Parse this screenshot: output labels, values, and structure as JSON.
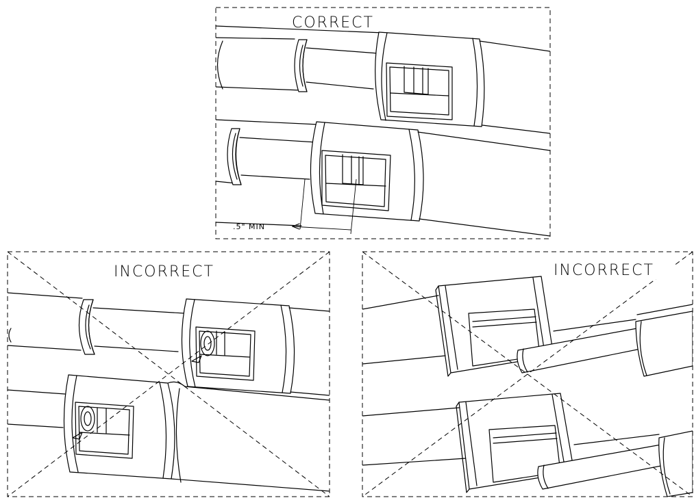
{
  "panels": {
    "correct": {
      "label": "CORRECT",
      "dimension_note": ".5\" MIN"
    },
    "incorrect_left": {
      "label": "INCORRECT"
    },
    "incorrect_right": {
      "label": "INCORRECT"
    }
  },
  "colors": {
    "line": "#000000",
    "background": "#ffffff"
  }
}
